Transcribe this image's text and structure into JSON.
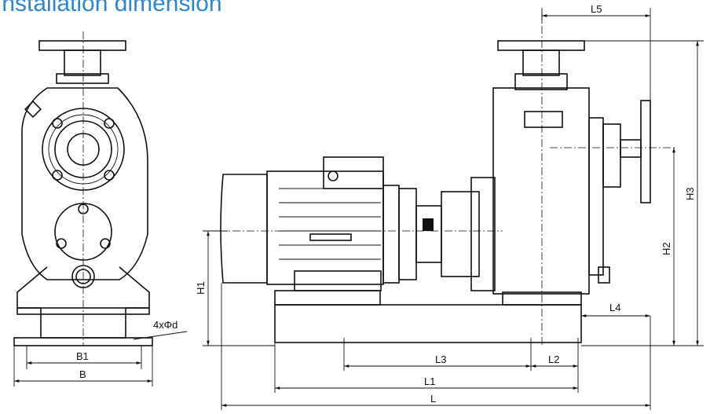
{
  "title": "Installation dimension",
  "labels": {
    "L5": "L5",
    "H3": "H3",
    "H2": "H2",
    "H1": "H1",
    "L4": "L4",
    "flange_holes": "4xΦd",
    "B1": "B1",
    "B": "B",
    "L3": "L3",
    "L2": "L2",
    "L1": "L1",
    "L": "L"
  }
}
